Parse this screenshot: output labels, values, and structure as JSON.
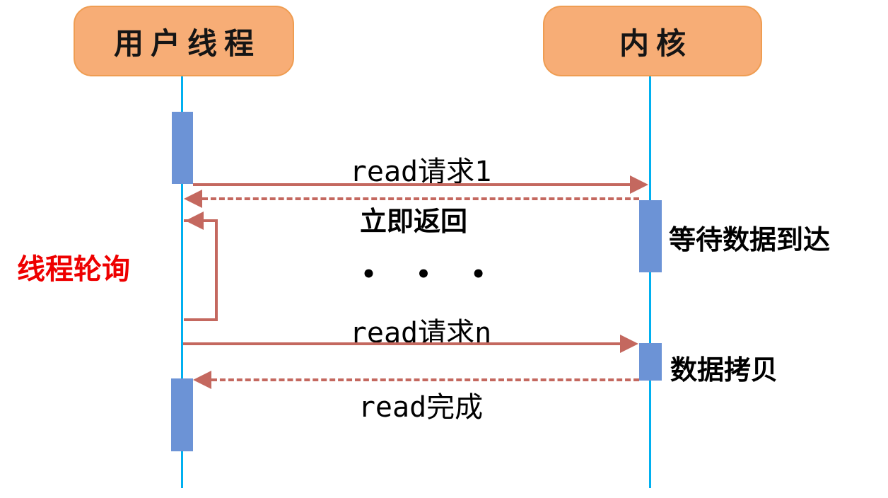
{
  "actors": {
    "user": {
      "label": "用户线程"
    },
    "kernel": {
      "label": "内核"
    }
  },
  "messages": {
    "read_request_1": "read请求1",
    "immediate_return": "立即返回",
    "ellipsis": "• • •",
    "read_request_n": "read请求n",
    "read_complete": "read完成"
  },
  "annotations": {
    "polling": "线程轮询",
    "wait_data": "等待数据到达",
    "data_copy": "数据拷贝"
  },
  "colors": {
    "actor_fill": "#F7AD76",
    "actor_border": "#EF9D52",
    "lifeline": "#00B0F0",
    "activation": "#6C93D6",
    "arrow": "#C4685F",
    "polling_text": "#EE0000",
    "label_text": "#000000"
  }
}
